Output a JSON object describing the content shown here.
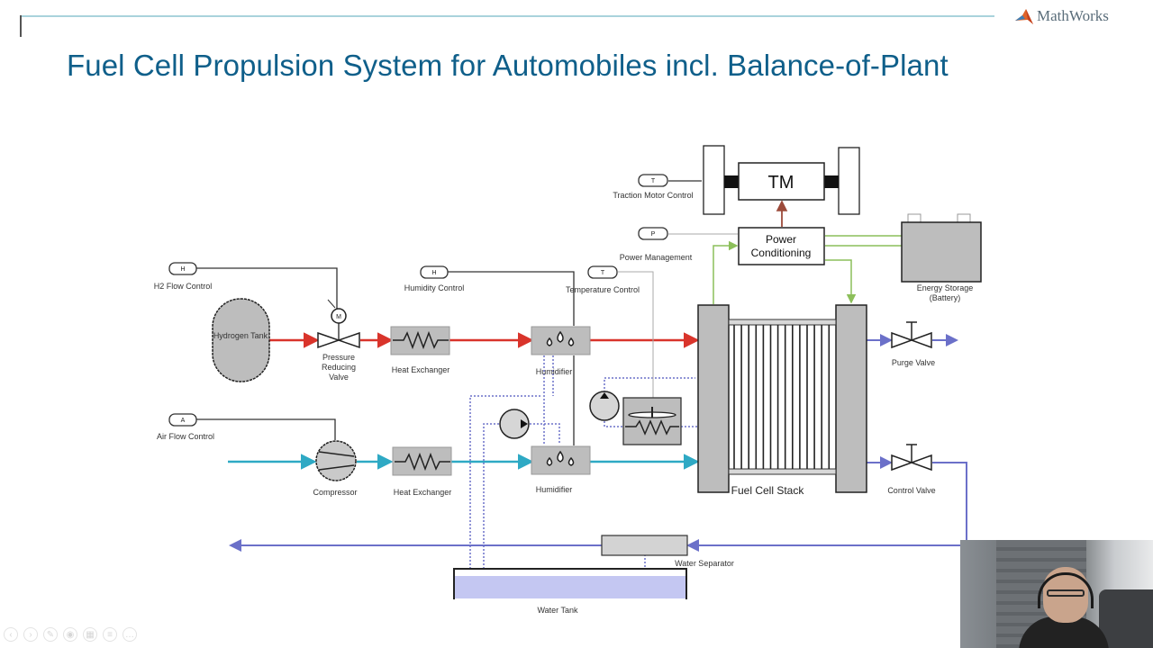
{
  "slide": {
    "title": "Fuel Cell Propulsion System for Automobiles incl. Balance-of-Plant",
    "logo_text": "MathWorks",
    "logo_icon": "matlab-membrane-icon"
  },
  "colors": {
    "title": "#0f5f8a",
    "hydrogen_line": "#d9342b",
    "air_line": "#2ea9c4",
    "water_line": "#6b70c9",
    "electrical_line": "#8cbf5a",
    "mechanical_link": "#9c4a3a",
    "component_fill": "#bdbdbd",
    "water_tank_fill": "#c4c7f2"
  },
  "controls": {
    "h2_flow": {
      "symbol": "H",
      "label": "H2 Flow Control"
    },
    "air_flow": {
      "symbol": "A",
      "label": "Air Flow Control"
    },
    "humidity": {
      "symbol": "H",
      "label": "Humidity Control"
    },
    "temperature": {
      "symbol": "T",
      "label": "Temperature Control"
    },
    "traction_motor": {
      "symbol": "T",
      "label": "Traction Motor Control"
    },
    "power_mgmt": {
      "symbol": "P",
      "label": "Power Management"
    }
  },
  "components": {
    "hydrogen_tank": "Hydrogen Tank",
    "pressure_valve": [
      "Pressure",
      "Reducing",
      "Valve"
    ],
    "valve_motor": "M",
    "heat_exchanger_h2": "Heat Exchanger",
    "humidifier_h2": "Humidifier",
    "compressor": "Compressor",
    "heat_exchanger_air": "Heat Exchanger",
    "humidifier_air": "Humidifier",
    "fuel_cell_stack": "Fuel Cell Stack",
    "purge_valve": "Purge Valve",
    "control_valve": "Control Valve",
    "traction_motor": "TM",
    "power_conditioning": [
      "Power",
      "Conditioning"
    ],
    "energy_storage": [
      "Energy Storage",
      "(Battery)"
    ],
    "water_separator": "Water Separator",
    "water_tank": "Water Tank"
  },
  "presenter_toolbar": {
    "icons": [
      "back-icon",
      "forward-icon",
      "pen-icon",
      "laser-icon",
      "slides-icon",
      "menu-icon",
      "more-icon"
    ]
  }
}
